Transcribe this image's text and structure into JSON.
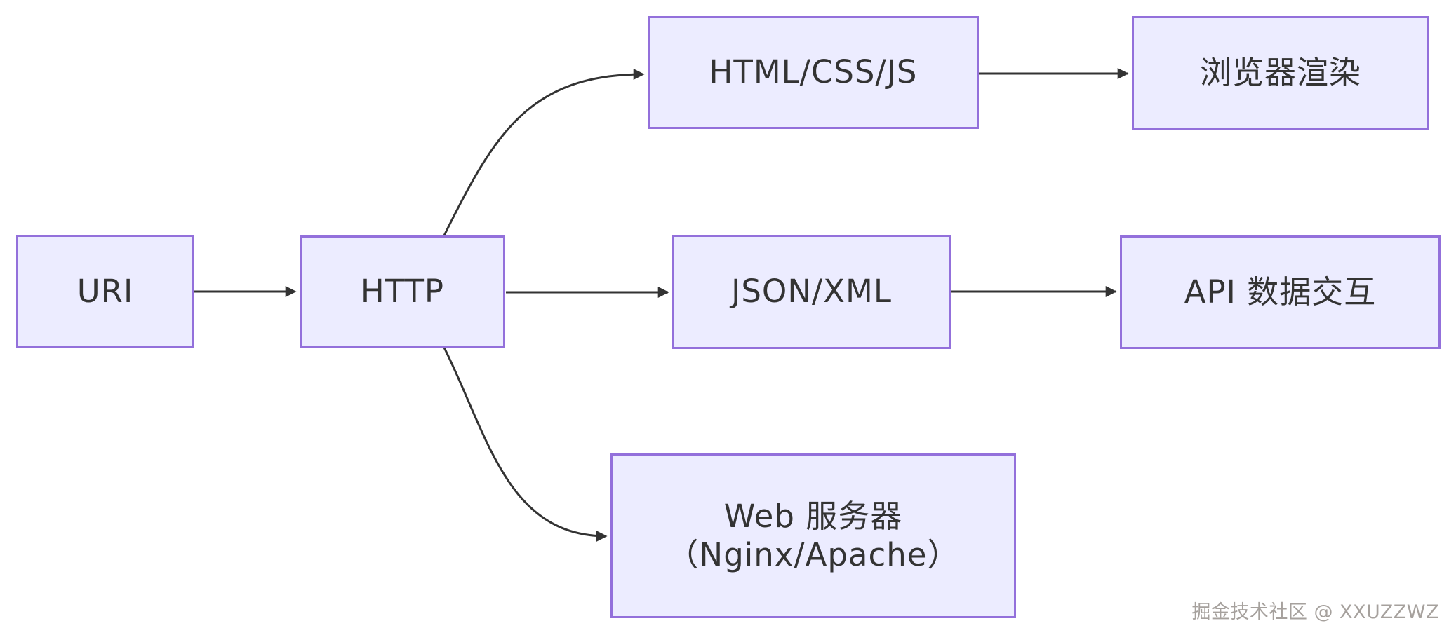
{
  "diagram": {
    "type": "flowchart",
    "direction": "left-to-right",
    "nodes": [
      {
        "id": "uri",
        "label": "URI"
      },
      {
        "id": "http",
        "label": "HTTP"
      },
      {
        "id": "html-css-js",
        "label": "HTML/CSS/JS"
      },
      {
        "id": "browser-render",
        "label": "浏览器渲染"
      },
      {
        "id": "json-xml",
        "label": "JSON/XML"
      },
      {
        "id": "api-data",
        "label": "API 数据交互"
      },
      {
        "id": "web-server",
        "label": "Web 服务器",
        "sublabel": "（Nginx/Apache）"
      }
    ],
    "edges": [
      {
        "from": "uri",
        "to": "http"
      },
      {
        "from": "http",
        "to": "html-css-js"
      },
      {
        "from": "http",
        "to": "json-xml"
      },
      {
        "from": "http",
        "to": "web-server"
      },
      {
        "from": "html-css-js",
        "to": "browser-render"
      },
      {
        "from": "json-xml",
        "to": "api-data"
      }
    ],
    "colors": {
      "node_fill": "#ECECFF",
      "node_border": "#9370DB",
      "arrow": "#333333",
      "text": "#333333"
    }
  },
  "watermark": {
    "text": "掘金技术社区 @ XXUZZWZ"
  }
}
